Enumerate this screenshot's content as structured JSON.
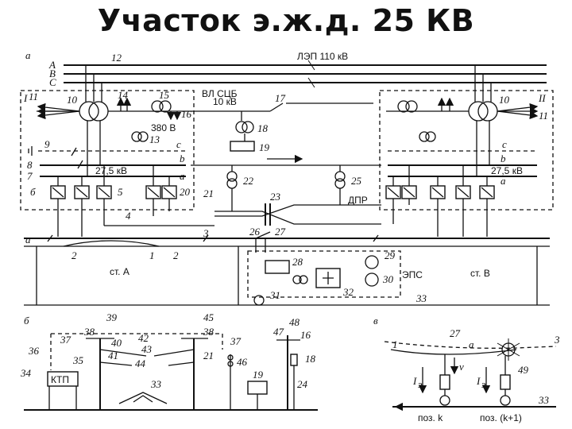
{
  "title": "Участок э.ж.д. 25 КВ",
  "panel_a": {
    "letter": "a",
    "phases": [
      "A",
      "B",
      "C"
    ],
    "line_110": "ЛЭП 110 кВ",
    "line_scb": "ВЛ СЦБ",
    "v10": "10 кВ",
    "v380": "380 В",
    "v275_left": "27,5 кВ",
    "v275_right": "27,5 кВ",
    "sub_left": "I",
    "sub_right": "II",
    "bus_c_left": "c",
    "bus_b_left": "b",
    "bus_a_left": "a",
    "bus_c_right": "c",
    "bus_b_right": "b",
    "bus_a_right": "a",
    "row_label": "б",
    "dpr": "ДПР",
    "eps": "ЭПС",
    "station_a": "ст. А",
    "station_b": "ст. В",
    "rail_label": "а",
    "nums": {
      "n12": "12",
      "n11": "11",
      "n10": "10",
      "n14": "14",
      "n15": "15",
      "n16": "16",
      "n17": "17",
      "n18": "18",
      "n19": "19",
      "n13": "13",
      "n9": "9",
      "n8": "8",
      "n7": "7",
      "n6": "6",
      "n5": "5",
      "n20": "20",
      "n21": "21",
      "n22": "22",
      "n23": "23",
      "n25": "25",
      "n4": "4",
      "n3": "3",
      "n2a": "2",
      "n1": "1",
      "n2b": "2",
      "n26": "26",
      "n27": "27",
      "n28": "28",
      "n29": "29",
      "n30": "30",
      "n31": "31",
      "n32": "32",
      "n33": "33",
      "n10r": "10",
      "n11r": "11"
    }
  },
  "panel_b": {
    "letter": "б",
    "ktp": "КТП",
    "nums": [
      "34",
      "36",
      "37",
      "35",
      "38",
      "39",
      "40",
      "41",
      "42",
      "43",
      "44",
      "33",
      "45",
      "38",
      "37",
      "21",
      "46",
      "19",
      "47",
      "48",
      "16",
      "18",
      "24"
    ]
  },
  "panel_c": {
    "letter": "в",
    "pos_k": "поз. k",
    "pos_k1": "поз. (k+1)",
    "i_label_1": "I",
    "i_label_2": "I",
    "i_sub": "э",
    "v_label": "v",
    "a_label": "a",
    "nums": {
      "n1": "1",
      "n27": "27",
      "n3": "3",
      "n49": "49",
      "n33": "33"
    }
  }
}
